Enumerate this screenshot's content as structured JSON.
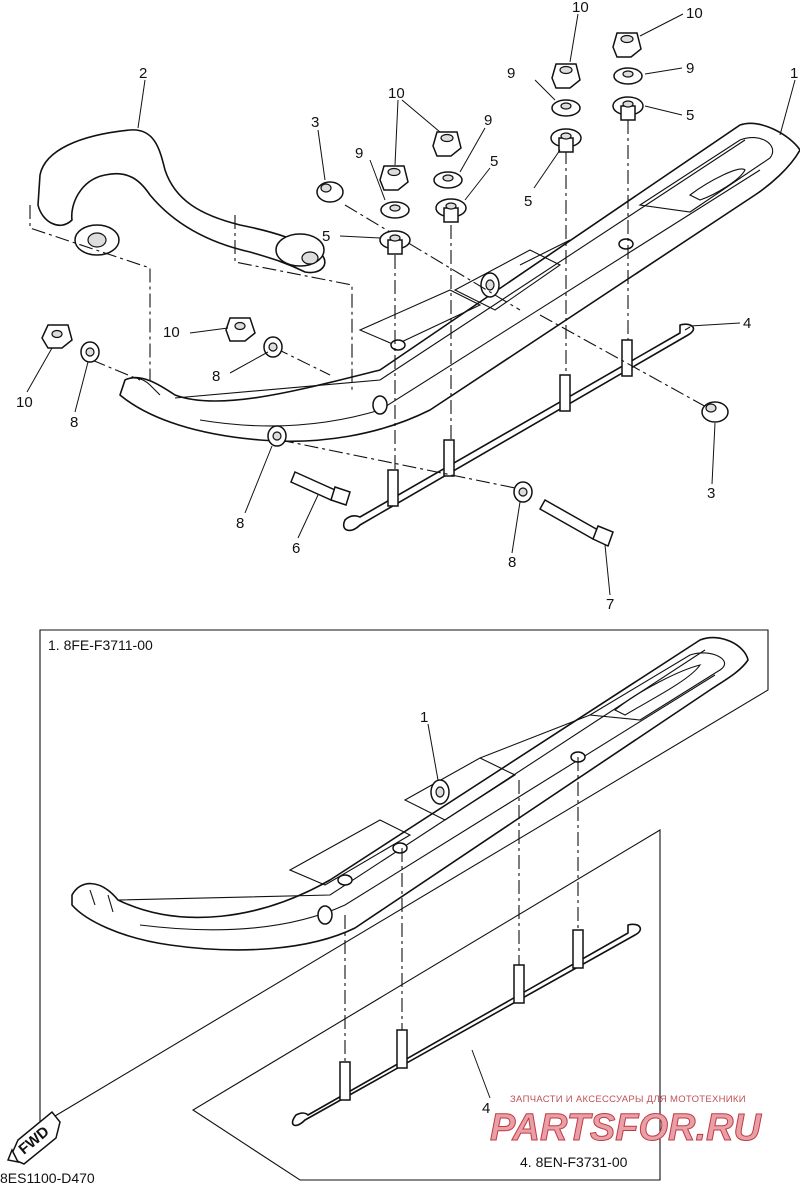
{
  "callouts": {
    "c1": "1",
    "c2": "2",
    "c3a": "3",
    "c3b": "3",
    "c4": "4",
    "c5a": "5",
    "c5b": "5",
    "c5c": "5",
    "c5d": "5",
    "c6": "6",
    "c7": "7",
    "c8a": "8",
    "c8b": "8",
    "c8c": "8",
    "c8d": "8",
    "c9a": "9",
    "c9b": "9",
    "c9c": "9",
    "c9d": "9",
    "c10a": "10",
    "c10b": "10",
    "c10c": "10",
    "c10d": "10",
    "c10e": "10",
    "c1_inset": "1",
    "c4_inset": "4"
  },
  "inset": {
    "ski_part": "1. 8FE-F3711-00",
    "runner_part": "4. 8EN-F3731-00"
  },
  "fwd_label": "FWD",
  "diagram_code": "8ES1100-D470",
  "watermark": {
    "tagline": "ЗАПЧАСТИ И АКСЕССУАРЫ ДЛЯ МОТОТЕХНИКИ",
    "brand": "PARTSFOR.RU"
  }
}
